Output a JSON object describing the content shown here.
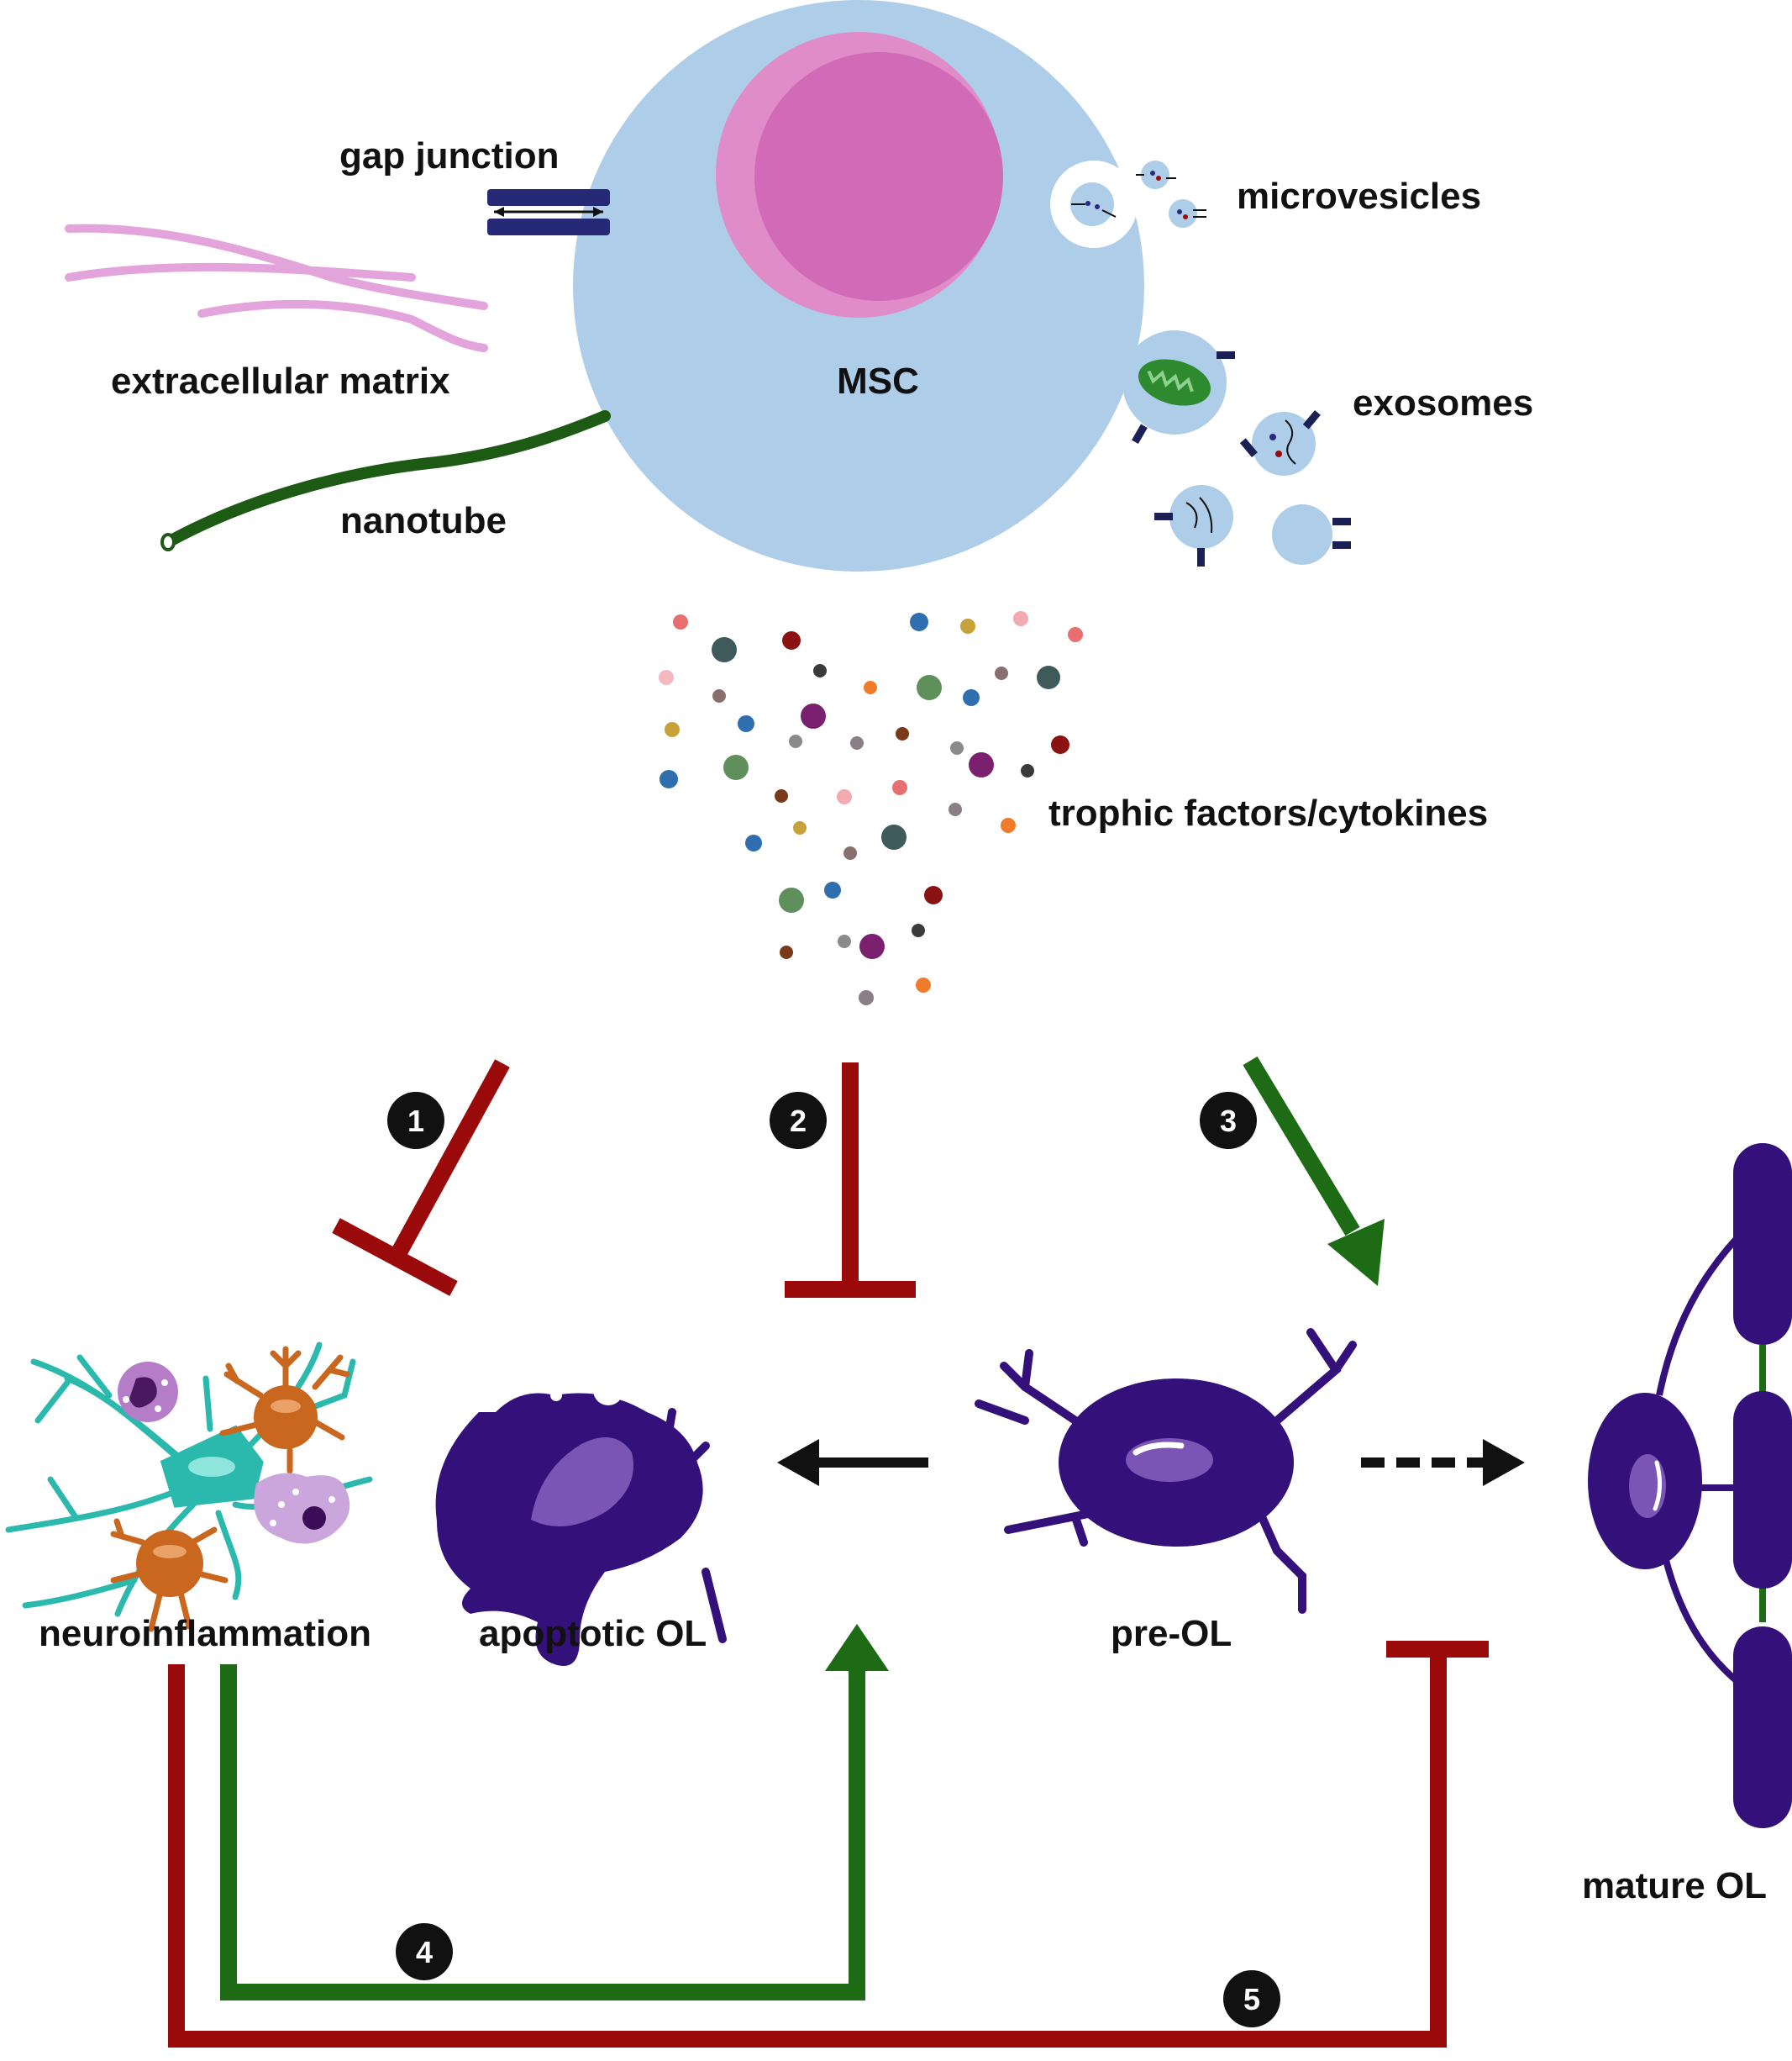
{
  "labels": {
    "gap_junction": "gap junction",
    "microvesicles": "microvesicles",
    "extracellular_matrix": "extracellular matrix",
    "msc": "MSC",
    "exosomes": "exosomes",
    "nanotube": "nanotube",
    "trophic": "trophic factors/cytokines",
    "neuroinflammation": "neuroinflammation",
    "apoptotic_ol": "apoptotic OL",
    "pre_ol": "pre-OL",
    "mature_ol": "mature OL"
  },
  "markers": [
    "1",
    "2",
    "3",
    "4",
    "5"
  ],
  "colors": {
    "msc_cell": "#aecde8",
    "nucleus": "#d16bb8",
    "nucleus_light": "#e08cc8",
    "inhibit": "#9b0a0a",
    "promote": "#1d6b14",
    "oligo": "#34117a",
    "ecm": "#e3a4dc",
    "nanotube": "#1d5a14",
    "gap_junction": "#262975",
    "microglia": "#c9671e",
    "astrocyte": "#2bb8ad"
  },
  "icons": [
    "gap-junction-icon",
    "microvesicle-icon",
    "exosome-icon",
    "mitochondrion-icon",
    "microglia-icon",
    "astrocyte-icon",
    "oligodendrocyte-icon"
  ]
}
